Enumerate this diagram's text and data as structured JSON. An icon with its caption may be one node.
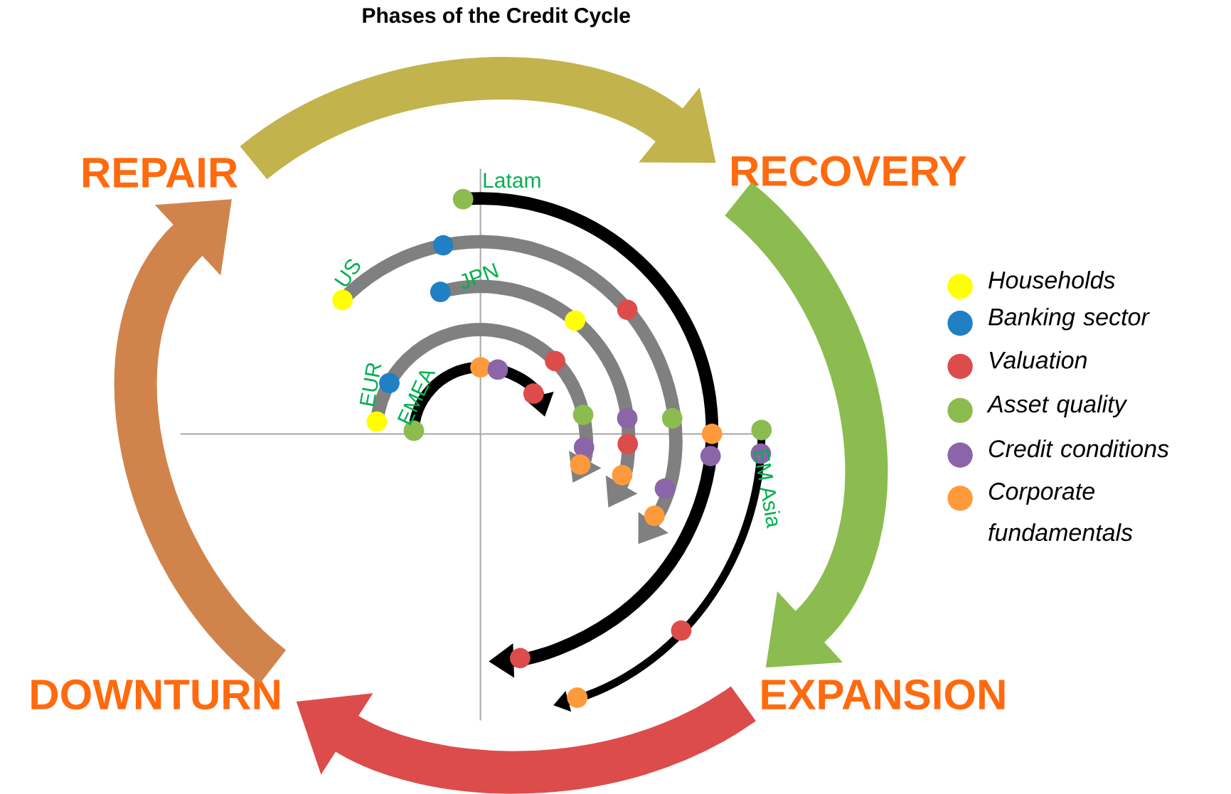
{
  "diagram": {
    "title": "Phases of the Credit Cycle",
    "nodes": [
      {
        "text": [
          "REPAIR"
        ]
      },
      {
        "text": [
          "RECOVERY"
        ]
      },
      {
        "text": [
          "DOWNTURN"
        ]
      },
      {
        "text": [
          "EXPANSION"
        ]
      }
    ],
    "edges": [
      {
        "from": 0,
        "to": 1,
        "arrow": "to",
        "color": "#c2b34c"
      },
      {
        "from": 1,
        "to": 3,
        "arrow": "to",
        "color": "#8cbc4f"
      },
      {
        "from": 3,
        "to": 2,
        "arrow": "to",
        "color": "#dc4c4b"
      },
      {
        "from": 2,
        "to": 0,
        "arrow": "to",
        "color": "#d0844c"
      }
    ],
    "labels": [
      "Latam",
      "US",
      "JPN",
      "EUR",
      "EMEA",
      "EM Asia"
    ],
    "legend": [
      {
        "text": "Households",
        "color": "#ffff00"
      },
      {
        "text": "Banking sector",
        "color": "#2180c3"
      },
      {
        "text": "Valuation",
        "color": "#dc4c4b"
      },
      {
        "text": "Asset quality",
        "color": "#8cbc4f"
      },
      {
        "text": "Credit conditions",
        "color": "#8c64a8"
      },
      {
        "text": "Corporate fundamentals",
        "color": "#ff9a3c"
      }
    ]
  }
}
